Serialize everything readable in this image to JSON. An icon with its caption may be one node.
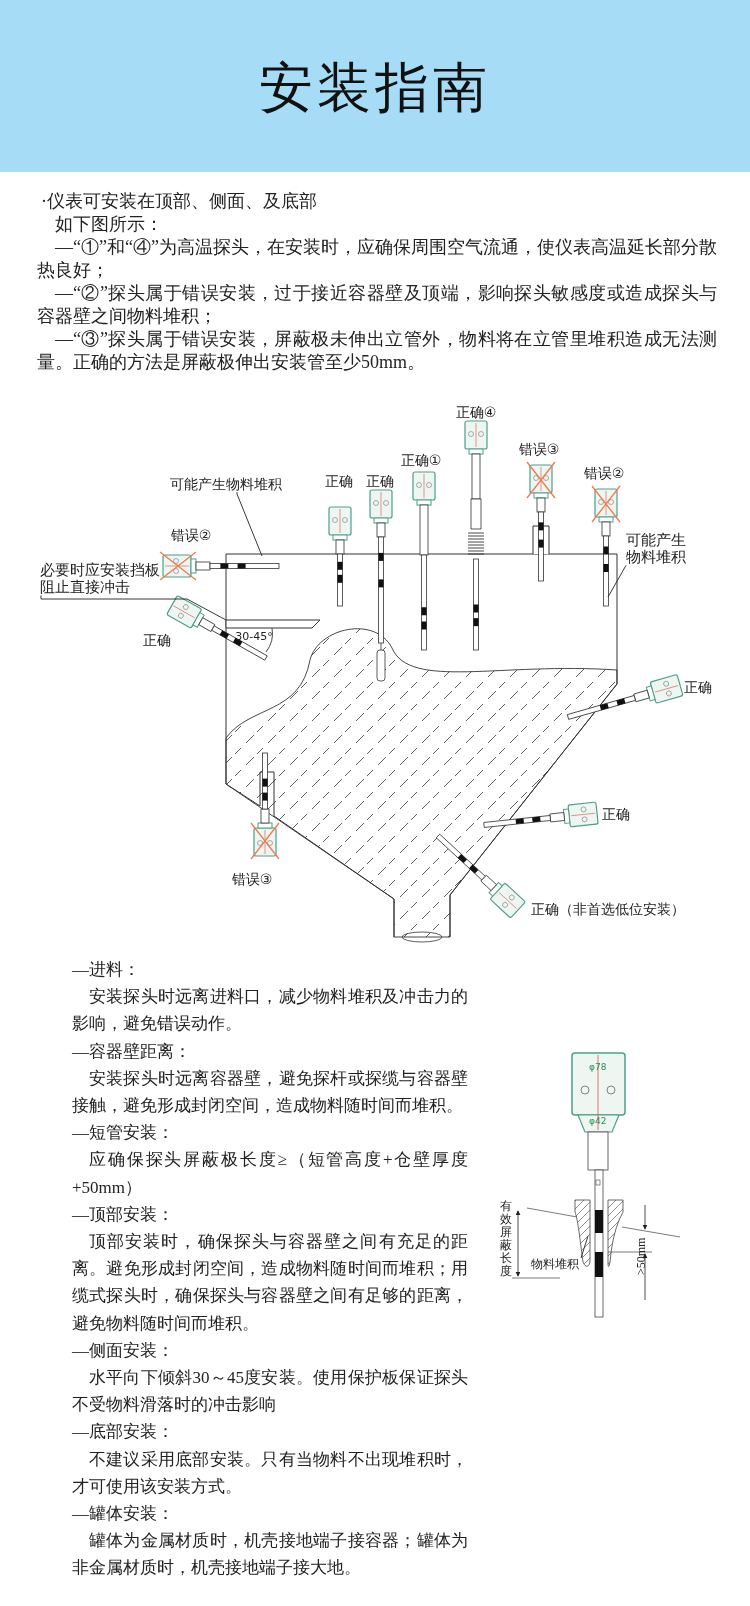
{
  "diagram": {
    "title": "安装指南",
    "nodes": [
      {
        "text": [
          "可能产生物料堆积"
        ]
      },
      {
        "text": [
          "可能产生物料堆积"
        ]
      },
      {
        "text": [
          "必要时应安装挡板阻止直接冲击"
        ]
      },
      {
        "text": [
          "物料堆积"
        ]
      },
      {
        "text": [],
        "shape": "picture"
      },
      {
        "text": [],
        "shape": "bar"
      },
      {
        "text": [],
        "shape": "picture"
      }
    ],
    "edges": [
      {
        "from": 0,
        "to": 4,
        "arrow": "none"
      },
      {
        "from": 1,
        "to": 6,
        "arrow": "none"
      },
      {
        "from": 2,
        "to": 5,
        "arrow": "none"
      },
      {
        "from": 3,
        "to": null,
        "arrow": "none"
      }
    ],
    "labels": [
      "·仪表可安装在顶部、侧面、及底部",
      "如下图所示：",
      "—“①”和“④”为高温探头，在安装时，应确保周围空气流通，使仪表高温延长部分散热良好；",
      "—“②”探头属于错误安装，过于接近容器壁及顶端，影响探头敏感度或造成探头与容器壁之间物料堆积；",
      "—“③”探头属于错误安装，屏蔽极未伸出立管外，物料将在立管里堆积造成无法测量。正确的方法是屏蔽极伸出安装管至少50mm。",
      "正确④",
      "错误③",
      "正确①",
      "错误②",
      "正确",
      "正确",
      "错误②",
      "正确",
      "30-45°",
      "正确",
      "正确",
      "错误③",
      "正确（非首选低位安装）",
      "—进料：",
      "安装探头时远离进料口，减少物料堆积及冲击力的影响，避免错误动作。",
      "—容器壁距离：",
      "安装探头时远离容器壁，避免探杆或探缆与容器壁接触，避免形成封闭空间，造成物料随时间而堆积。",
      "—短管安装：",
      "应确保探头屏蔽极长度≥（短管高度+仓壁厚度+50mm）",
      "—顶部安装：",
      "顶部安装时，确保探头与容器壁之间有充足的距离。避免形成封闭空间，造成物料随时间而堆积；用缆式探头时，确保探头与容器壁之间有足够的距离，避免物料随时间而堆积。",
      "—侧面安装：",
      "水平向下倾斜30～45度安装。使用保护板保证探头不受物料滑落时的冲击影响",
      "—底部安装：",
      "不建议采用底部安装。只有当物料不出现堆积时，才可使用该安装方式。",
      "—罐体安装：",
      "罐体为金属材质时，机壳接地端子接容器；罐体为非金属材质时，机壳接地端子接大地。",
      "φ78",
      "φ42",
      "有效屏蔽长度",
      ">50mm"
    ]
  }
}
